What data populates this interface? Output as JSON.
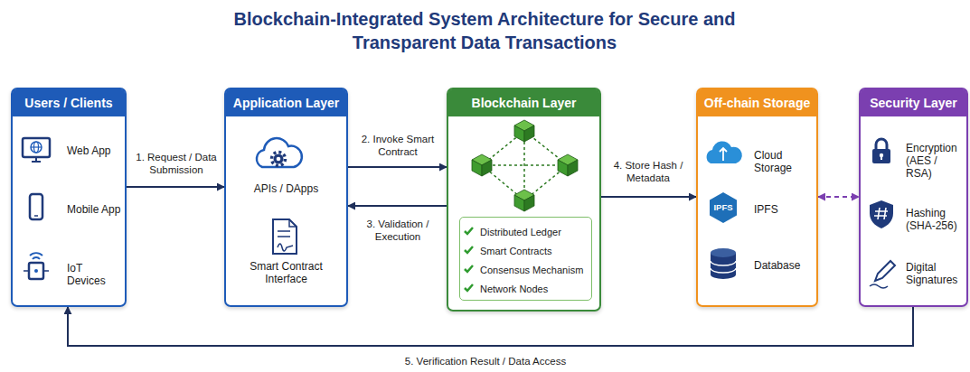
{
  "diagram": {
    "title": "Blockchain-Integrated System Architecture for Secure and Transparent Data Transactions",
    "nodes": [
      {
        "text": [
          "Users / Clients",
          "Web App",
          "Mobile App",
          "IoT Devices"
        ]
      },
      {
        "text": [
          "Application Layer",
          "APIs / DApps",
          "Smart Contract Interface"
        ]
      },
      {
        "text": [
          "Blockchain Layer"
        ]
      },
      {
        "text": [
          "Distributed Ledger",
          "Smart Contracts",
          "Consensus Mechanism",
          "Network Nodes"
        ],
        "in": 2
      },
      {
        "text": [
          "Off-chain Storage",
          "Cloud Storage",
          "IPFS",
          "Database"
        ]
      },
      {
        "text": [
          "Security Layer",
          "Encryption (AES / RSA)",
          "Hashing (SHA-256)",
          "Digital Signatures"
        ]
      }
    ],
    "edges": [
      {
        "from": 0,
        "to": 1,
        "arrow": "to",
        "label": "1. Request / Data Submission"
      },
      {
        "from": 1,
        "to": 2,
        "arrow": "to",
        "label": "2. Invoke Smart Contract"
      },
      {
        "from": 2,
        "to": 1,
        "arrow": "to",
        "label": "3. Validation / Execution"
      },
      {
        "from": 2,
        "to": 4,
        "arrow": "to",
        "label": "4. Store Hash / Metadata"
      },
      {
        "from": 4,
        "to": 5,
        "arrow": "both"
      },
      {
        "from": 5,
        "to": 0,
        "arrow": "to",
        "label": "5. Verification Result / Data Access"
      }
    ],
    "labels": [
      "IPFS"
    ]
  }
}
